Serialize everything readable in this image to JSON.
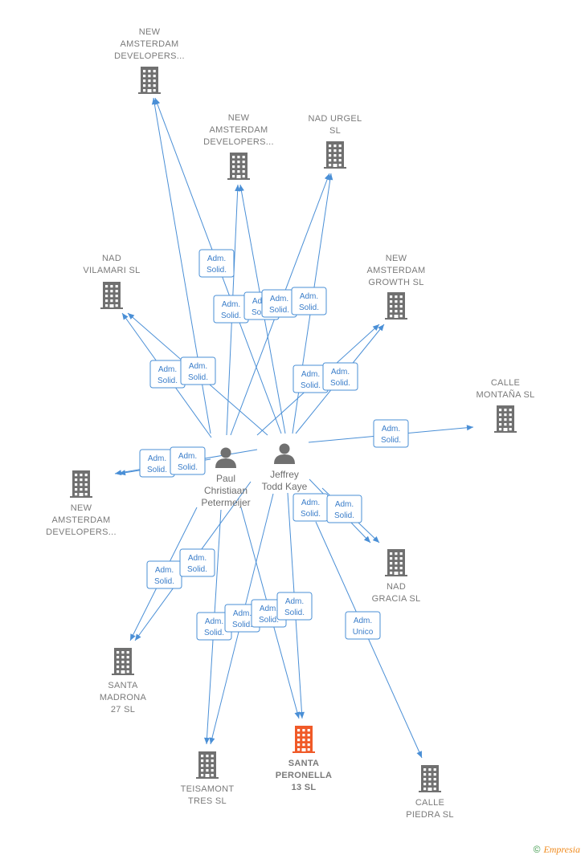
{
  "colors": {
    "edge": "#4a8fd6",
    "building": "#707070",
    "highlight": "#f05a28",
    "person": "#707070"
  },
  "companies": [
    {
      "id": "c1",
      "lines": [
        "NEW",
        "AMSTERDAM",
        "DEVELOPERS..."
      ],
      "icon": "building-icon"
    },
    {
      "id": "c2",
      "lines": [
        "NEW",
        "AMSTERDAM",
        "DEVELOPERS..."
      ],
      "icon": "building-icon"
    },
    {
      "id": "c3",
      "lines": [
        "NAD URGEL",
        "SL"
      ],
      "icon": "building-icon"
    },
    {
      "id": "c4",
      "lines": [
        "NAD",
        "VILAMARI SL"
      ],
      "icon": "building-icon"
    },
    {
      "id": "c5",
      "lines": [
        "NEW",
        "AMSTERDAM",
        "GROWTH SL"
      ],
      "icon": "building-icon"
    },
    {
      "id": "c6",
      "lines": [
        "CALLE",
        "MONTAÑA SL"
      ],
      "icon": "building-icon"
    },
    {
      "id": "c7",
      "lines": [
        "NEW",
        "AMSTERDAM",
        "DEVELOPERS..."
      ],
      "icon": "building-icon"
    },
    {
      "id": "c8",
      "lines": [
        "NAD",
        "GRACIA SL"
      ],
      "icon": "building-icon"
    },
    {
      "id": "c9",
      "lines": [
        "SANTA",
        "MADRONA",
        "27 SL"
      ],
      "icon": "building-icon"
    },
    {
      "id": "c10",
      "lines": [
        "TEISAMONT",
        "TRES SL"
      ],
      "icon": "building-icon"
    },
    {
      "id": "c11",
      "lines": [
        "SANTA",
        "PERONELLA",
        "13 SL"
      ],
      "icon": "building-icon",
      "highlight": true
    },
    {
      "id": "c12",
      "lines": [
        "CALLE",
        "PIEDRA SL"
      ],
      "icon": "building-icon"
    }
  ],
  "people": [
    {
      "id": "p1",
      "lines": [
        "Paul",
        "Christiaan",
        "Petermeijer"
      ],
      "icon": "person-icon"
    },
    {
      "id": "p2",
      "lines": [
        "Jeffrey",
        "Todd Kaye"
      ],
      "icon": "person-icon"
    }
  ],
  "badges": [
    {
      "id": "b1",
      "lines": [
        "Adm.",
        "Solid."
      ]
    },
    {
      "id": "b2",
      "lines": [
        "Adm.",
        "Solid."
      ]
    },
    {
      "id": "b3",
      "lines": [
        "Adm.",
        "Solid."
      ]
    },
    {
      "id": "b4",
      "lines": [
        "Adm.",
        "Solid."
      ]
    },
    {
      "id": "b5",
      "lines": [
        "Adm.",
        "Solid."
      ]
    },
    {
      "id": "b6",
      "lines": [
        "Adm.",
        "Solid."
      ]
    },
    {
      "id": "b7",
      "lines": [
        "Adm.",
        "Solid."
      ]
    },
    {
      "id": "b8",
      "lines": [
        "Adm.",
        "Solid."
      ]
    },
    {
      "id": "b9",
      "lines": [
        "Adm.",
        "Solid."
      ]
    },
    {
      "id": "b10",
      "lines": [
        "Adm.",
        "Solid."
      ]
    },
    {
      "id": "b11",
      "lines": [
        "Adm.",
        "Solid."
      ]
    },
    {
      "id": "b12",
      "lines": [
        "Adm.",
        "Solid."
      ]
    },
    {
      "id": "b13",
      "lines": [
        "Adm.",
        "Solid."
      ]
    },
    {
      "id": "b14",
      "lines": [
        "Adm.",
        "Solid."
      ]
    },
    {
      "id": "b15",
      "lines": [
        "Adm.",
        "Solid."
      ]
    },
    {
      "id": "b16",
      "lines": [
        "Adm.",
        "Solid."
      ]
    },
    {
      "id": "b17",
      "lines": [
        "Adm.",
        "Solid."
      ]
    },
    {
      "id": "b18",
      "lines": [
        "Adm.",
        "Solid."
      ]
    },
    {
      "id": "b19",
      "lines": [
        "Adm.",
        "Solid."
      ]
    },
    {
      "id": "b20",
      "lines": [
        "Adm.",
        "Solid."
      ]
    },
    {
      "id": "b21",
      "lines": [
        "Adm.",
        "Solid."
      ]
    },
    {
      "id": "b22",
      "lines": [
        "Adm.",
        "Unico"
      ]
    }
  ],
  "footer": {
    "copyright": "©",
    "brand": "Empresia"
  }
}
